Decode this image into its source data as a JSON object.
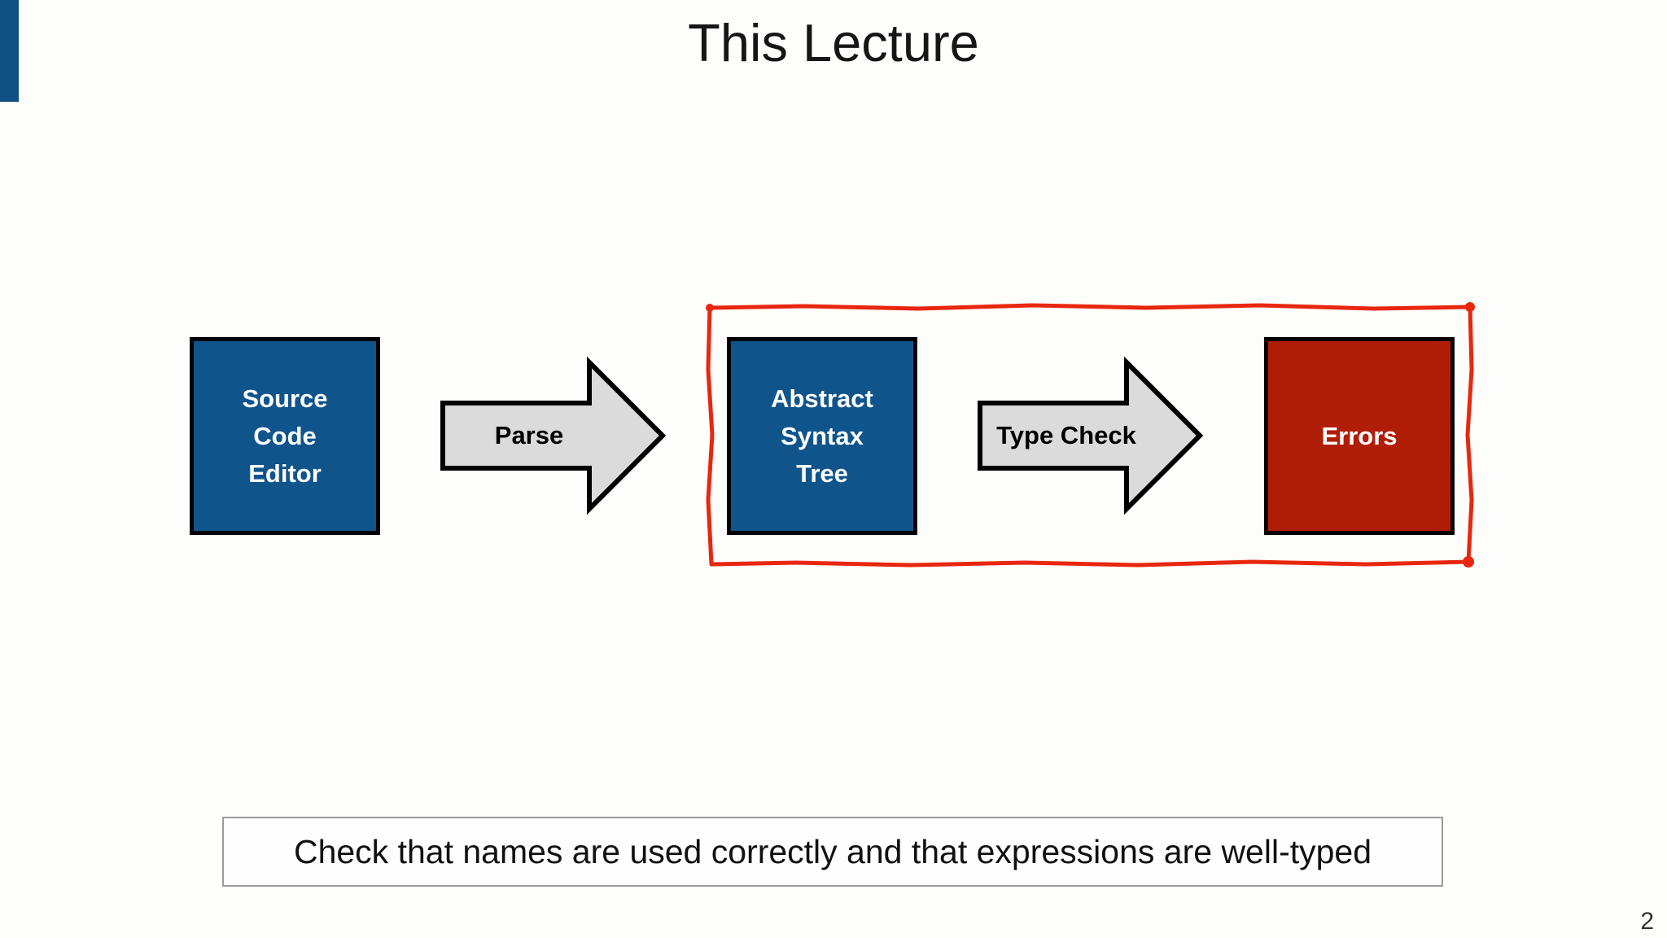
{
  "slide": {
    "title": "This Lecture",
    "page_number": "2",
    "caption": "Check that names are used correctly and that expressions are well-typed",
    "accent_bar_color": "#0E5081"
  },
  "diagram": {
    "nodes": [
      {
        "lines": [
          "Source",
          "Code",
          "Editor"
        ],
        "fill": "#10548C"
      },
      {
        "lines": [
          "Abstract",
          "Syntax",
          "Tree"
        ],
        "fill": "#10548C"
      },
      {
        "lines": [
          "Errors"
        ],
        "fill": "#B11E08"
      }
    ],
    "arrows": [
      {
        "label": "Parse"
      },
      {
        "label": "Type Check"
      }
    ],
    "arrow_fill": "#DBDBDB",
    "highlight_color": "#E8270E"
  }
}
